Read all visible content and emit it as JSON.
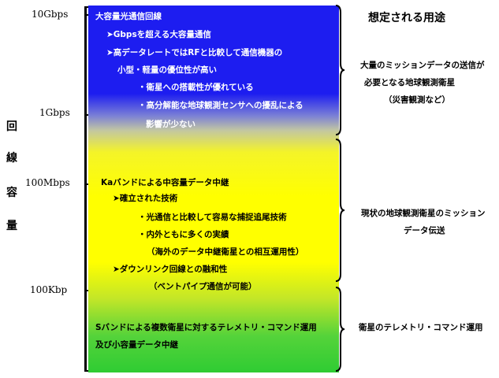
{
  "axis": {
    "title_chars": [
      "回",
      "線",
      "容",
      "量"
    ],
    "ticks": [
      "10Gbps",
      "1Gbps",
      "100Mbps",
      "100Kbp"
    ]
  },
  "heading": "想定される用途",
  "sections": {
    "optical": {
      "lines": [
        "大容量光通信回線",
        "➤Gbpsを超える大容量通信",
        "➤高データレートではRFと比較して通信機器の",
        "小型・軽量の優位性が高い",
        "・衛星への搭載性が優れている",
        "・高分解能な地球観測センサへの擾乱による",
        "影響が少ない"
      ]
    },
    "ka": {
      "lines": [
        "Kaバンドによる中容量データ中継",
        "➤確立された技術",
        "・光通信と比較して容易な捕捉追尾技術",
        "・内外ともに多くの実績",
        "（海外のデータ中継衛星との相互運用性）",
        "➤ダウンリンク回線との融和性",
        "（ベントパイプ通信が可能）"
      ]
    },
    "s": {
      "lines": [
        "Sバンドによる複数衛星に対するテレメトリ・コマンド運用",
        "及び小容量データ中継"
      ]
    }
  },
  "uses": {
    "top": [
      "大量のミッションデータの送信が",
      "必要となる地球観測衛星",
      "（災害観測など）"
    ],
    "middle": [
      "現状の地球観測衛星のミッション",
      "データ伝送"
    ],
    "bottom": [
      "衛星のテレメトリ・コマンド運用"
    ]
  },
  "colors": {
    "blue": "#1d1df0",
    "yellow": "#ffff00",
    "green": "#2fcc33"
  }
}
